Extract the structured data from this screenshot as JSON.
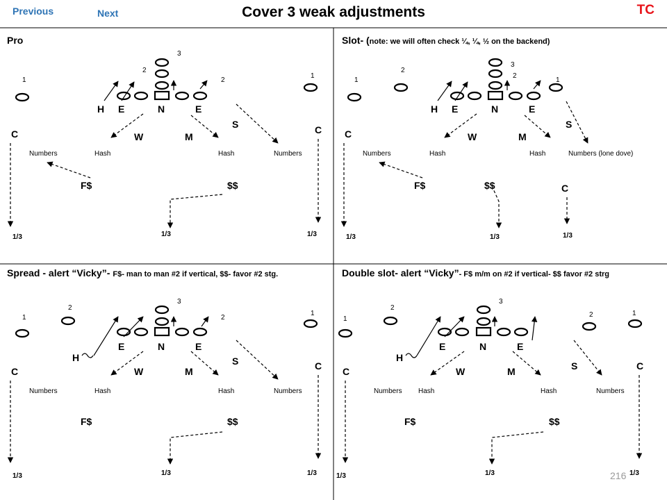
{
  "nav": {
    "previous": "Previous",
    "next": "Next"
  },
  "title": "Cover 3 weak adjustments",
  "badge": "TC",
  "page_number": "216",
  "panels": [
    {
      "title": "Pro",
      "subtitle": ""
    },
    {
      "title": "Slot- (",
      "subtitle": "note: we will often check ¼, ¼, ½ on the backend)"
    },
    {
      "title": "Spread    - alert “Vicky”-",
      "subtitle": "F$- man to man #2 if vertical, $$- favor #2 stg."
    },
    {
      "title": "Double slot- alert “Vicky”",
      "subtitle": "- F$ m/m on #2 if vertical- $$ favor #2 strg"
    }
  ],
  "labels": {
    "one": "1",
    "two": "2",
    "three": "3",
    "h": "H",
    "e": "E",
    "n": "N",
    "w": "W",
    "m": "M",
    "s": "S",
    "c": "C",
    "fs": "F$",
    "ss": "$$",
    "third": "1/3",
    "numbers": "Numbers",
    "hash": "Hash",
    "numbers_lone": "Numbers (lone dove)"
  }
}
